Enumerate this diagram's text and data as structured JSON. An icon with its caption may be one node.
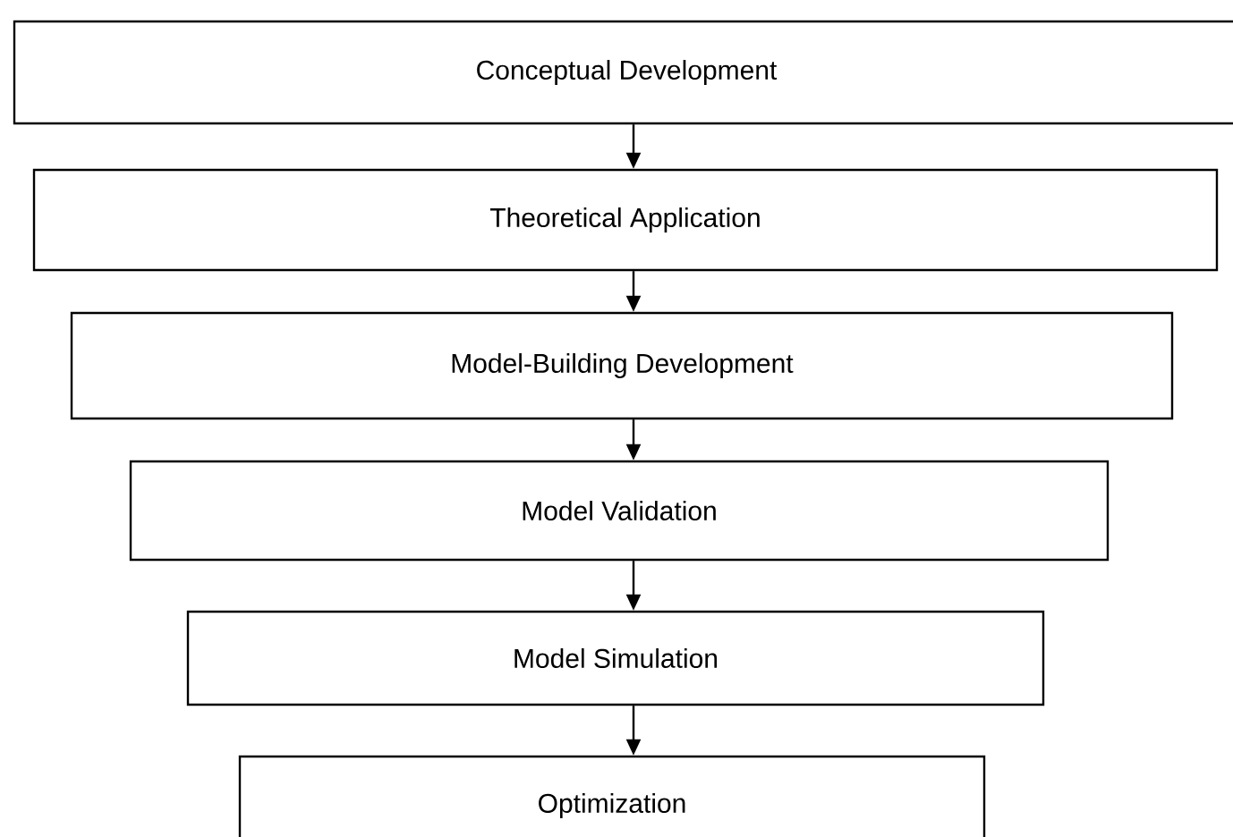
{
  "diagram": {
    "nodes": [
      {
        "text": [
          "Conceptual Development"
        ]
      },
      {
        "text": [
          "Theoretical Application"
        ]
      },
      {
        "text": [
          "Model-Building Development"
        ]
      },
      {
        "text": [
          "Model Validation"
        ]
      },
      {
        "text": [
          "Model Simulation"
        ]
      },
      {
        "text": [
          "Optimization"
        ]
      }
    ],
    "edges": [
      {
        "from": 0,
        "to": 1,
        "arrow": "to"
      },
      {
        "from": 1,
        "to": 2,
        "arrow": "to"
      },
      {
        "from": 2,
        "to": 3,
        "arrow": "to"
      },
      {
        "from": 3,
        "to": 4,
        "arrow": "to"
      },
      {
        "from": 4,
        "to": 5,
        "arrow": "to"
      }
    ]
  }
}
